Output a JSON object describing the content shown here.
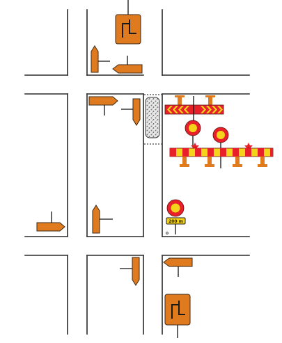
{
  "colors": {
    "sign_orange": "#e07a1e",
    "sign_red": "#e8202a",
    "sign_yellow": "#f4d41a",
    "road_line": "#2a2a2a",
    "dike_fill": "#cfcfcf"
  },
  "icons": {
    "detour_sign": "roadwork-detour-board",
    "direction_sign": "orange-arrow-sign",
    "no_entry": "road-closed-disc",
    "barrier": "red-yellow-barrier",
    "chevron_board": "chevron-barrier-board",
    "speed_plate": "distance-plate"
  },
  "signs": {
    "distance_plate_text": "200 m"
  }
}
